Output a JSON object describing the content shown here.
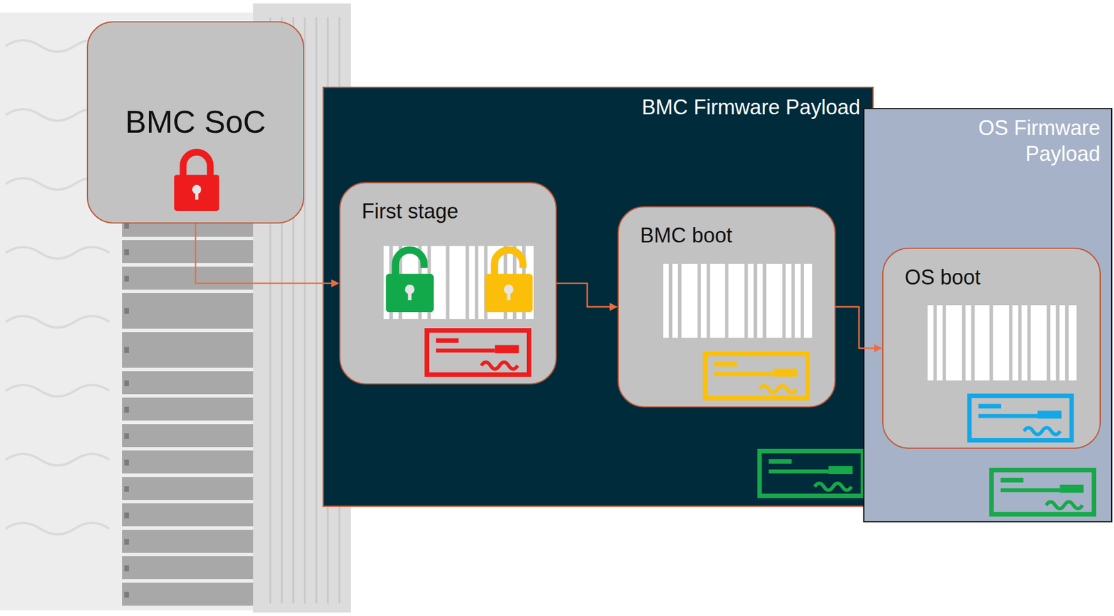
{
  "diagram": {
    "nodes": [
      {
        "text": [
          "BMC SoC"
        ]
      },
      {
        "text": [
          "BMC Firmware Payload"
        ]
      },
      {
        "text": [
          "First stage"
        ],
        "in": 1
      },
      {
        "text": [
          "BMC boot"
        ],
        "in": 1
      },
      {
        "text": [
          "OS Firmware Payload"
        ]
      },
      {
        "text": [
          "OS boot"
        ],
        "in": 4
      }
    ],
    "edges": [
      {
        "from": 0,
        "to": 2,
        "arrow": "to"
      },
      {
        "from": 2,
        "to": 3,
        "arrow": "to"
      },
      {
        "from": 3,
        "to": 5,
        "arrow": "to"
      }
    ]
  }
}
